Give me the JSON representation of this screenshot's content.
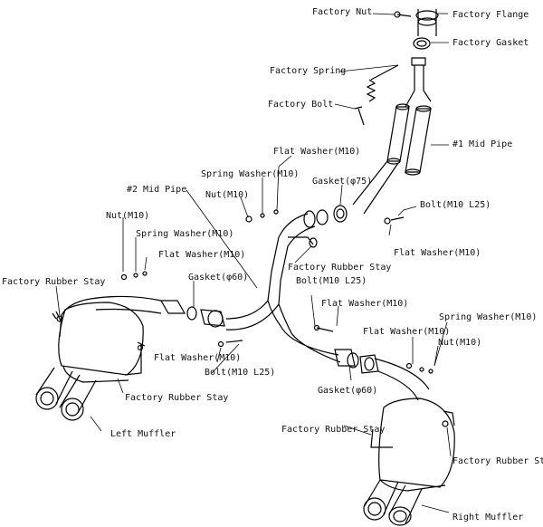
{
  "labels": {
    "factory_nut": "Factory Nut",
    "factory_flange": "Factory Flange",
    "factory_gasket": "Factory Gasket",
    "factory_spring": "Factory Spring",
    "factory_bolt": "Factory Bolt",
    "mid_pipe_1": "#1 Mid Pipe",
    "flat_washer_top": "Flat Washer(M10)",
    "spring_washer_top": "Spring Washer(M10)",
    "nut_top": "Nut(M10)",
    "gasket_75": "Gasket(φ75)",
    "bolt_right_top": "Bolt(M10 L25)",
    "mid_pipe_2": "#2 Mid Pipe",
    "flat_washer_mid_right": "Flat Washer(M10)",
    "factory_rubber_stay_center": "Factory Rubber Stay",
    "nut_left": "Nut(M10)",
    "spring_washer_left": "Spring Washer(M10)",
    "flat_washer_left": "Flat Washer(M10)",
    "factory_rubber_stay_left": "Factory Rubber Stay",
    "gasket_60_left": "Gasket(φ60)",
    "bolt_center": "Bolt(M10 L25)",
    "flat_washer_center": "Flat Washer(M10)",
    "flat_washer_lower_left": "Flat Washer(M10)",
    "bolt_lower_left": "Bolt(M10 L25)",
    "factory_rubber_stay_lower_left": "Factory Rubber Stay",
    "left_muffler": "Left Muffler",
    "spring_washer_right": "Spring Washer(M10)",
    "flat_washer_right": "Flat Washer(M10)",
    "nut_right": "Nut(M10)",
    "gasket_60_right": "Gasket(φ60)",
    "factory_rubber_stay_right_mid": "Factory Rubber Stay",
    "factory_rubber_stay_right": "Factory Rubber Stay",
    "right_muffler": "Right Muffler"
  }
}
